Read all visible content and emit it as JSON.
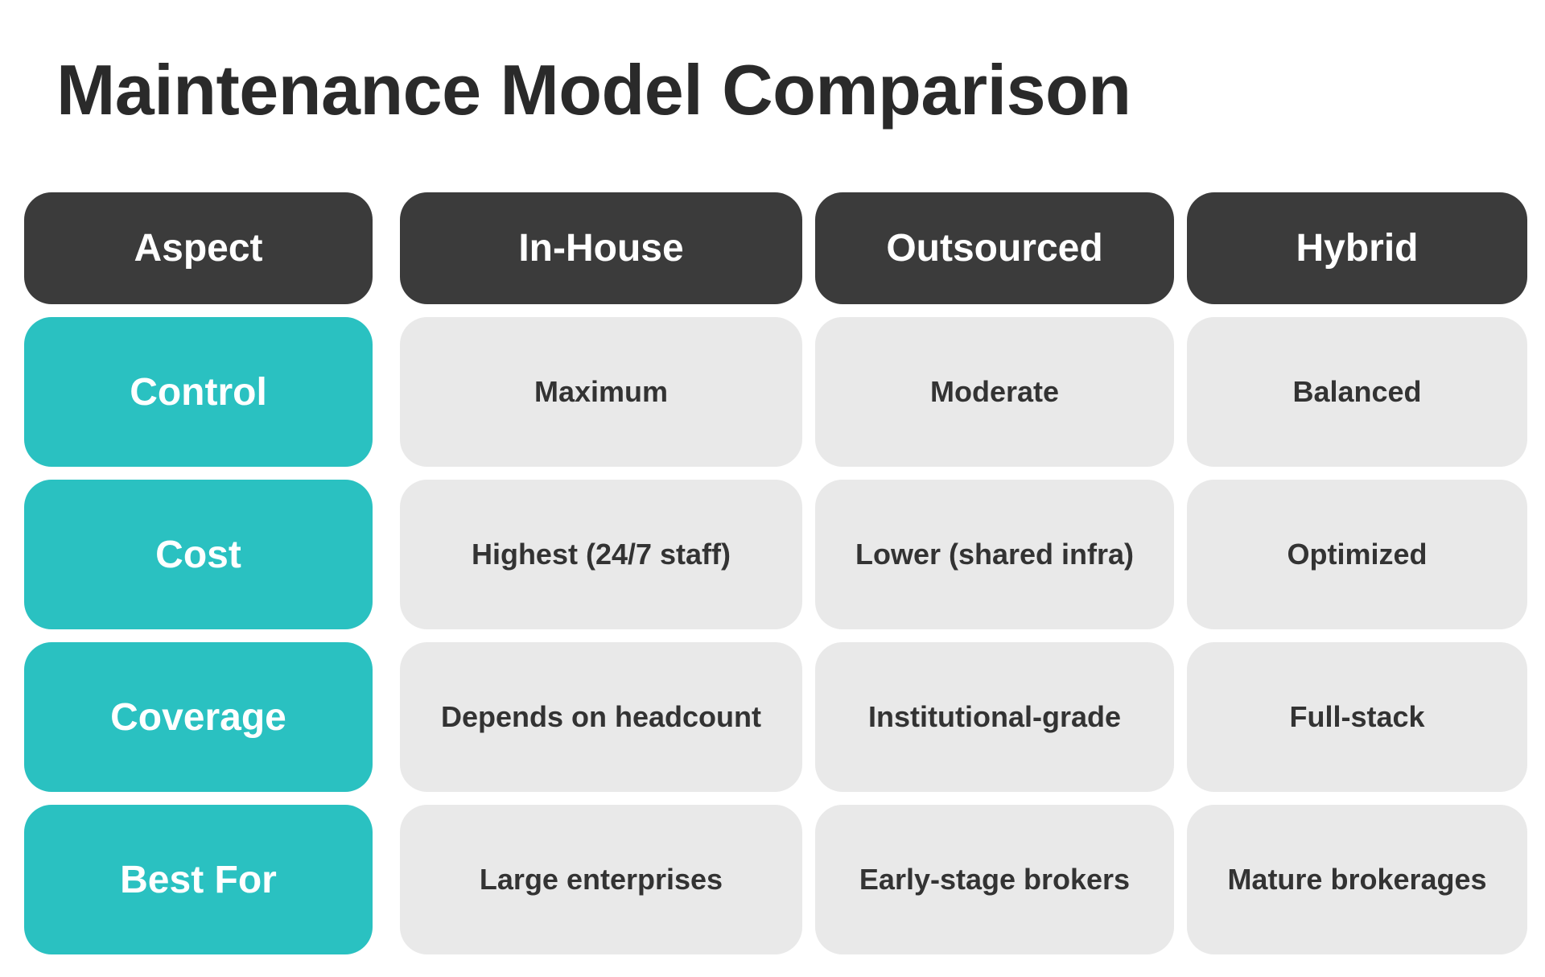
{
  "title": "Maintenance Model Comparison",
  "colors": {
    "header_bg": "#3b3b3b",
    "aspect_bg": "#2ac1c1",
    "cell_bg": "#e9e9e9",
    "title_text": "#2a2a2a",
    "cell_text": "#333333"
  },
  "table": {
    "headers": [
      "Aspect",
      "In-House",
      "Outsourced",
      "Hybrid"
    ],
    "rows": [
      {
        "aspect": "Control",
        "in_house": "Maximum",
        "outsourced": "Moderate",
        "hybrid": "Balanced"
      },
      {
        "aspect": "Cost",
        "in_house": "Highest (24/7 staff)",
        "outsourced": "Lower (shared infra)",
        "hybrid": "Optimized"
      },
      {
        "aspect": "Coverage",
        "in_house": "Depends on headcount",
        "outsourced": "Institutional-grade",
        "hybrid": "Full-stack"
      },
      {
        "aspect": "Best For",
        "in_house": "Large enterprises",
        "outsourced": "Early-stage brokers",
        "hybrid": "Mature brokerages"
      }
    ]
  },
  "chart_data": {
    "type": "table",
    "title": "Maintenance Model Comparison",
    "columns": [
      "Aspect",
      "In-House",
      "Outsourced",
      "Hybrid"
    ],
    "rows": [
      [
        "Control",
        "Maximum",
        "Moderate",
        "Balanced"
      ],
      [
        "Cost",
        "Highest (24/7 staff)",
        "Lower (shared infra)",
        "Optimized"
      ],
      [
        "Coverage",
        "Depends on headcount",
        "Institutional-grade",
        "Full-stack"
      ],
      [
        "Best For",
        "Large enterprises",
        "Early-stage brokers",
        "Mature brokerages"
      ]
    ],
    "grid": false,
    "legend": "none"
  }
}
